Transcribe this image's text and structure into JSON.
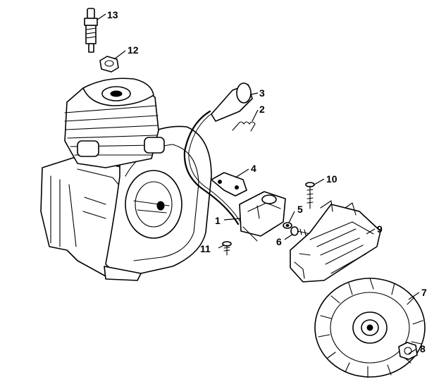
{
  "callouts": [
    {
      "id": "1",
      "label": "1"
    },
    {
      "id": "2",
      "label": "2"
    },
    {
      "id": "3",
      "label": "3"
    },
    {
      "id": "4",
      "label": "4"
    },
    {
      "id": "5",
      "label": "5"
    },
    {
      "id": "6",
      "label": "6"
    },
    {
      "id": "7",
      "label": "7"
    },
    {
      "id": "8",
      "label": "8"
    },
    {
      "id": "9",
      "label": "9"
    },
    {
      "id": "10",
      "label": "10"
    },
    {
      "id": "11",
      "label": "11"
    },
    {
      "id": "12",
      "label": "12"
    },
    {
      "id": "13",
      "label": "13"
    }
  ],
  "colors": {
    "ink": "#000000",
    "background": "#ffffff"
  }
}
